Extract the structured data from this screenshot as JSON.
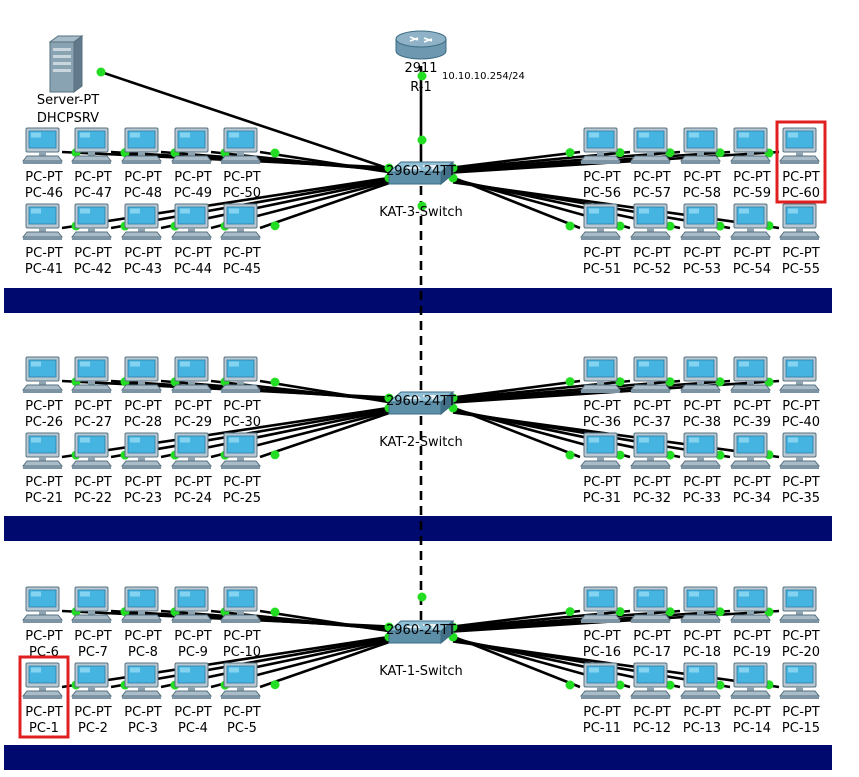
{
  "colors": {
    "band": "#000a6e",
    "cable": "#000000",
    "link_up": "#22dd22",
    "highlight": "#e02020",
    "pc_body": "#b9c9d3",
    "pc_screen": "#46b4e0",
    "switch_body": "#5d8fa8",
    "router_body": "#8fb2c6"
  },
  "router": {
    "model": "2911",
    "name": "R-1",
    "ip": "10.10.10.254/24",
    "icon": "router-icon"
  },
  "server": {
    "model": "Server-PT",
    "name": "DHCPSRV",
    "icon": "server-icon"
  },
  "switches": [
    {
      "model": "2960-24TT",
      "name": "KAT-3-Switch",
      "icon": "switch-icon"
    },
    {
      "model": "2960-24TT",
      "name": "KAT-2-Switch",
      "icon": "switch-icon"
    },
    {
      "model": "2960-24TT",
      "name": "KAT-1-Switch",
      "icon": "switch-icon"
    }
  ],
  "floors": [
    {
      "switch": 0,
      "left_top": [
        {
          "model": "PC-PT",
          "name": "PC-46"
        },
        {
          "model": "PC-PT",
          "name": "PC-47"
        },
        {
          "model": "PC-PT",
          "name": "PC-48"
        },
        {
          "model": "PC-PT",
          "name": "PC-49"
        },
        {
          "model": "PC-PT",
          "name": "PC-50"
        }
      ],
      "left_bottom": [
        {
          "model": "PC-PT",
          "name": "PC-41"
        },
        {
          "model": "PC-PT",
          "name": "PC-42"
        },
        {
          "model": "PC-PT",
          "name": "PC-43"
        },
        {
          "model": "PC-PT",
          "name": "PC-44"
        },
        {
          "model": "PC-PT",
          "name": "PC-45"
        }
      ],
      "right_top": [
        {
          "model": "PC-PT",
          "name": "PC-56"
        },
        {
          "model": "PC-PT",
          "name": "PC-57"
        },
        {
          "model": "PC-PT",
          "name": "PC-58"
        },
        {
          "model": "PC-PT",
          "name": "PC-59"
        },
        {
          "model": "PC-PT",
          "name": "PC-60"
        }
      ],
      "right_bottom": [
        {
          "model": "PC-PT",
          "name": "PC-51"
        },
        {
          "model": "PC-PT",
          "name": "PC-52"
        },
        {
          "model": "PC-PT",
          "name": "PC-53"
        },
        {
          "model": "PC-PT",
          "name": "PC-54"
        },
        {
          "model": "PC-PT",
          "name": "PC-55"
        }
      ]
    },
    {
      "switch": 1,
      "left_top": [
        {
          "model": "PC-PT",
          "name": "PC-26"
        },
        {
          "model": "PC-PT",
          "name": "PC-27"
        },
        {
          "model": "PC-PT",
          "name": "PC-28"
        },
        {
          "model": "PC-PT",
          "name": "PC-29"
        },
        {
          "model": "PC-PT",
          "name": "PC-30"
        }
      ],
      "left_bottom": [
        {
          "model": "PC-PT",
          "name": "PC-21"
        },
        {
          "model": "PC-PT",
          "name": "PC-22"
        },
        {
          "model": "PC-PT",
          "name": "PC-23"
        },
        {
          "model": "PC-PT",
          "name": "PC-24"
        },
        {
          "model": "PC-PT",
          "name": "PC-25"
        }
      ],
      "right_top": [
        {
          "model": "PC-PT",
          "name": "PC-36"
        },
        {
          "model": "PC-PT",
          "name": "PC-37"
        },
        {
          "model": "PC-PT",
          "name": "PC-38"
        },
        {
          "model": "PC-PT",
          "name": "PC-39"
        },
        {
          "model": "PC-PT",
          "name": "PC-40"
        }
      ],
      "right_bottom": [
        {
          "model": "PC-PT",
          "name": "PC-31"
        },
        {
          "model": "PC-PT",
          "name": "PC-32"
        },
        {
          "model": "PC-PT",
          "name": "PC-33"
        },
        {
          "model": "PC-PT",
          "name": "PC-34"
        },
        {
          "model": "PC-PT",
          "name": "PC-35"
        }
      ]
    },
    {
      "switch": 2,
      "left_top": [
        {
          "model": "PC-PT",
          "name": "PC-6"
        },
        {
          "model": "PC-PT",
          "name": "PC-7"
        },
        {
          "model": "PC-PT",
          "name": "PC-8"
        },
        {
          "model": "PC-PT",
          "name": "PC-9"
        },
        {
          "model": "PC-PT",
          "name": "PC-10"
        }
      ],
      "left_bottom": [
        {
          "model": "PC-PT",
          "name": "PC-1"
        },
        {
          "model": "PC-PT",
          "name": "PC-2"
        },
        {
          "model": "PC-PT",
          "name": "PC-3"
        },
        {
          "model": "PC-PT",
          "name": "PC-4"
        },
        {
          "model": "PC-PT",
          "name": "PC-5"
        }
      ],
      "right_top": [
        {
          "model": "PC-PT",
          "name": "PC-16"
        },
        {
          "model": "PC-PT",
          "name": "PC-17"
        },
        {
          "model": "PC-PT",
          "name": "PC-18"
        },
        {
          "model": "PC-PT",
          "name": "PC-19"
        },
        {
          "model": "PC-PT",
          "name": "PC-20"
        }
      ],
      "right_bottom": [
        {
          "model": "PC-PT",
          "name": "PC-11"
        },
        {
          "model": "PC-PT",
          "name": "PC-12"
        },
        {
          "model": "PC-PT",
          "name": "PC-13"
        },
        {
          "model": "PC-PT",
          "name": "PC-14"
        },
        {
          "model": "PC-PT",
          "name": "PC-15"
        }
      ]
    }
  ],
  "highlighted": [
    "PC-60",
    "PC-1"
  ]
}
